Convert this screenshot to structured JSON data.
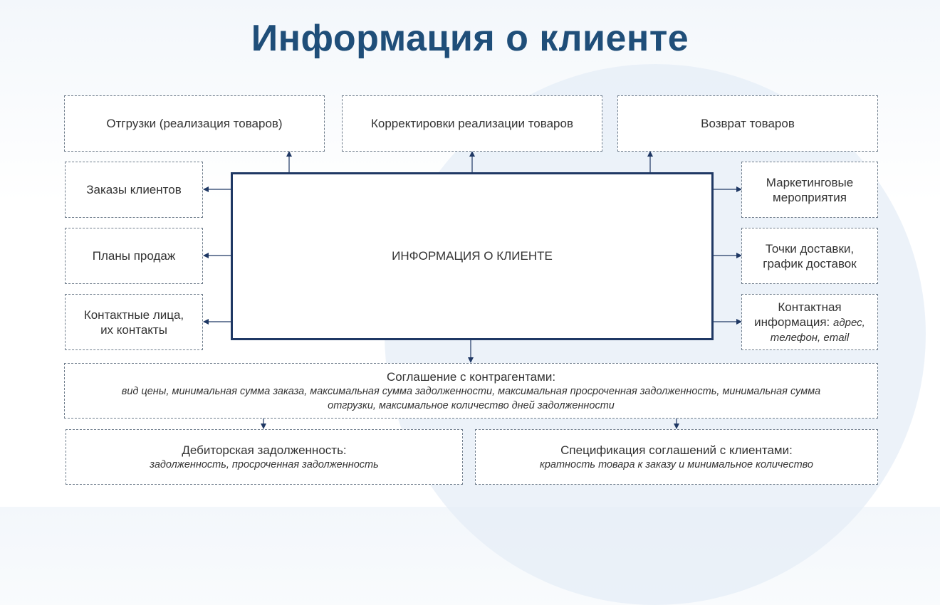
{
  "title": "Информация о клиенте",
  "center": "ИНФОРМАЦИЯ О КЛИЕНТЕ",
  "top": {
    "shipments": "Отгрузки (реализация товаров)",
    "corrections": "Корректировки реализации товаров",
    "returns": "Возврат товаров"
  },
  "left": {
    "orders": "Заказы клиентов",
    "sales_plans": "Планы продаж",
    "contacts_line1": "Контактные лица,",
    "contacts_line2": "их контакты"
  },
  "right": {
    "marketing_line1": "Маркетинговые",
    "marketing_line2": "мероприятия",
    "delivery_line1": "Точки доставки,",
    "delivery_line2": "график доставок",
    "contact_info_line1": "Контактная",
    "contact_info_line2_plain": "информация:",
    "contact_info_line2_italic": "адрес,",
    "contact_info_line3": "телефон, email"
  },
  "agreement": {
    "title": "Соглашение с контрагентами:",
    "line1": "вид цены, минимальная сумма заказа, максимальная сумма задолженности, максимальная просроченная задолженность, минимальная сумма",
    "line2": "отгрузки, максимальное количество дней задолженности"
  },
  "receivables": {
    "title": "Дебиторская задолженность:",
    "detail": "задолженность, просроченная задолженность"
  },
  "specification": {
    "title": "Спецификация соглашений с клиентами:",
    "detail": "кратность товара к заказу и минимальное количество"
  },
  "colors": {
    "title": "#1f4e79",
    "main_border": "#1f3864",
    "arrow": "#1f3864",
    "dashed_border": "#6f7d8c",
    "watermark": "#e6eef7"
  }
}
